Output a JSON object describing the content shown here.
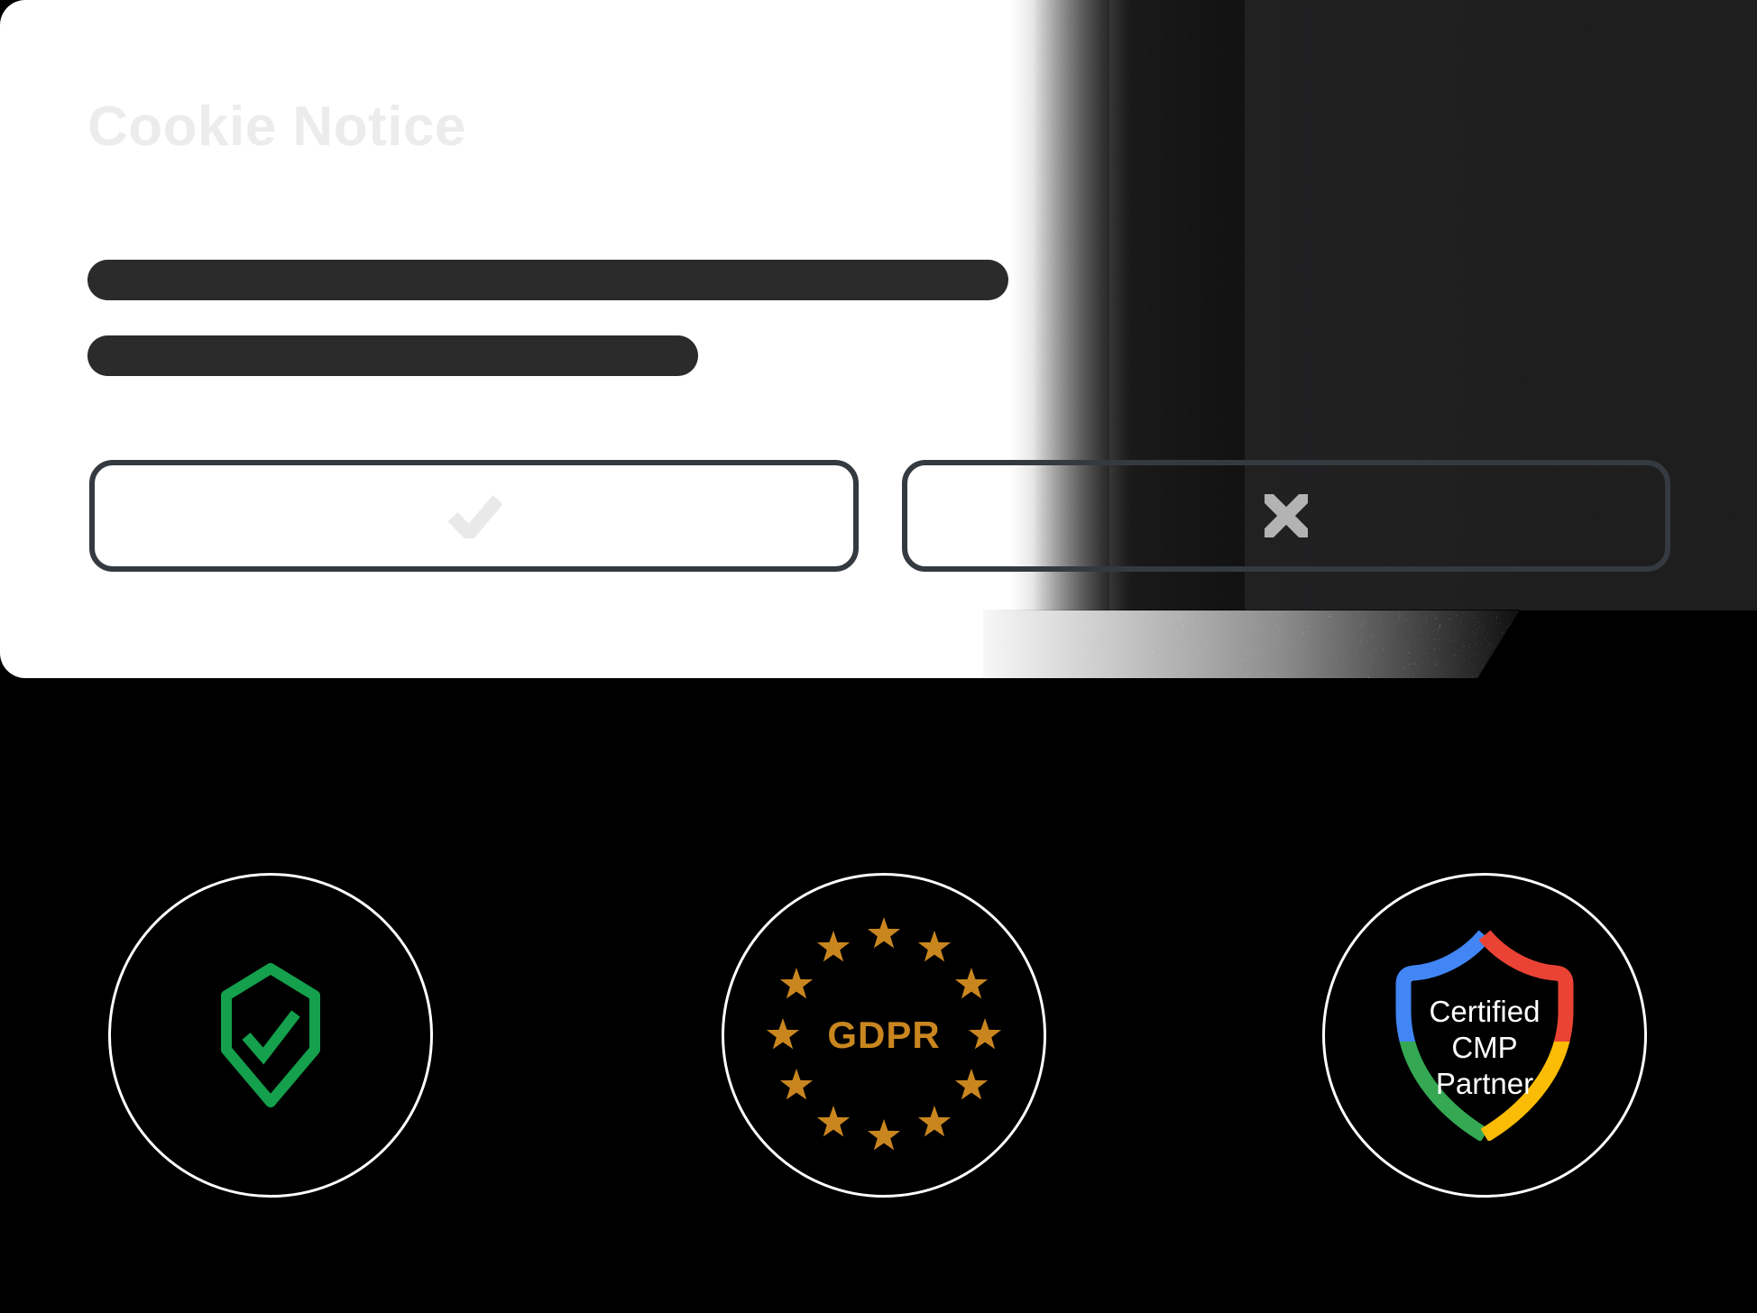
{
  "page": {
    "background_color": "#000000"
  },
  "cookie_card": {
    "title": "Cookie Notice",
    "title_color": "#ECECEC",
    "skeleton_bars": {
      "count": 2,
      "color": "#2B2B2B"
    },
    "border_color": "#343A40",
    "buttons": {
      "accept": {
        "icon": "check-icon",
        "icon_color": "#E9E9E9"
      },
      "decline": {
        "icon": "x-icon",
        "icon_color": "#B3B3B3"
      }
    }
  },
  "badges": {
    "privacy_shield": {
      "icon": "shield-check-icon",
      "color": "#14A04C"
    },
    "gdpr": {
      "text": "GDPR",
      "icon": "star-icon",
      "star_count": 12,
      "color": "#C9861F"
    },
    "cmp": {
      "icon": "cmp-shield-icon",
      "lines": [
        "Certified",
        "CMP",
        "Partner"
      ],
      "colors": {
        "blue": "#4285F4",
        "red": "#EA4335",
        "green": "#34A853",
        "yellow": "#FBBC05"
      }
    }
  }
}
